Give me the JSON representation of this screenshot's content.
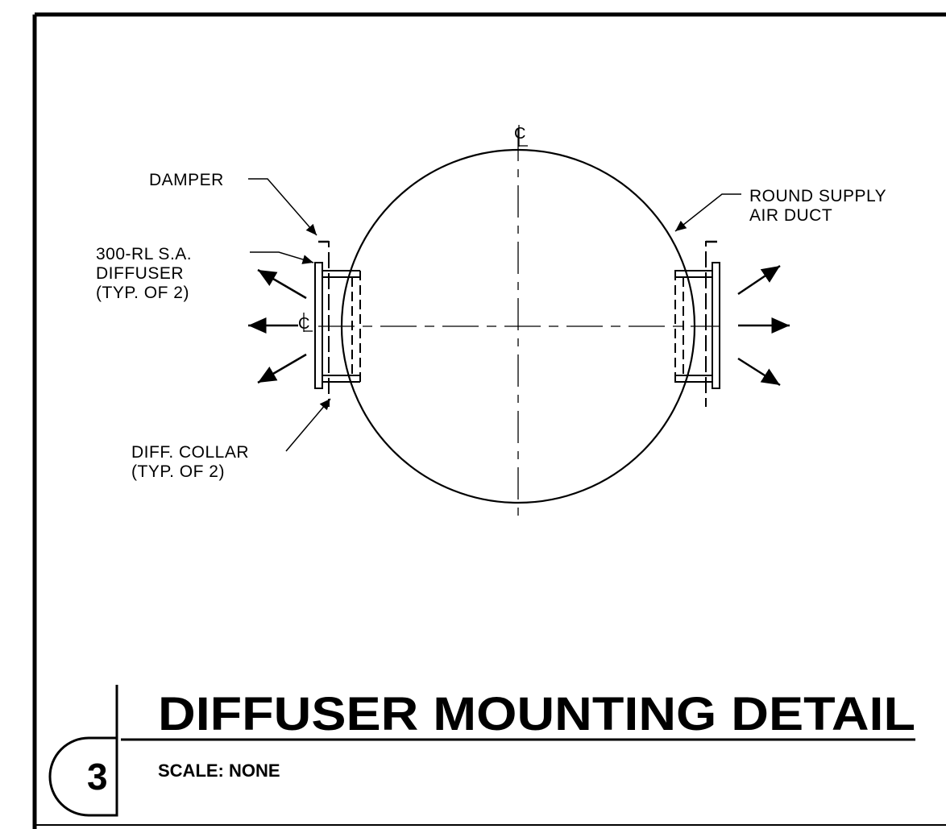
{
  "labels": {
    "damper": "DAMPER",
    "diffuser_line1": "300-RL S.A.",
    "diffuser_line2": "DIFFUSER",
    "diffuser_line3": "(TYP. OF 2)",
    "collar_line1": "DIFF. COLLAR",
    "collar_line2": "(TYP. OF 2)",
    "duct_line1": "ROUND SUPPLY",
    "duct_line2": "AIR DUCT",
    "centerline_top": "C",
    "centerline_left": "C"
  },
  "title_block": {
    "detail_number": "3",
    "title": "DIFFUSER MOUNTING DETAIL",
    "scale": "SCALE: NONE"
  }
}
